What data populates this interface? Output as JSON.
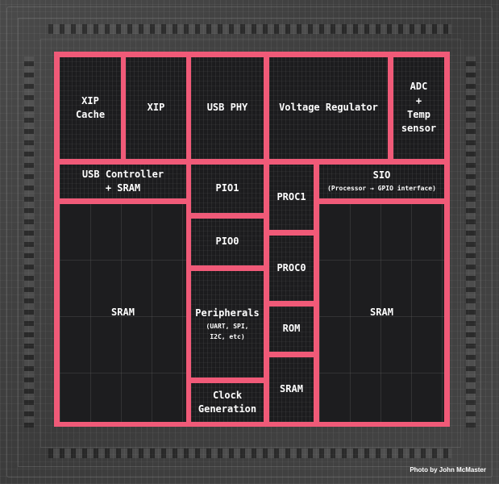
{
  "colors": {
    "outline": "#f05a78",
    "block_fill": "#1c1c1e",
    "die_background": "#3f3f3f",
    "label_text": "#ffffff"
  },
  "blocks": {
    "xip_cache": {
      "label": "XIP\nCache"
    },
    "xip": {
      "label": "XIP"
    },
    "usb_phy": {
      "label": "USB PHY"
    },
    "voltage_regulator": {
      "label": "Voltage Regulator"
    },
    "adc_temp_sensor": {
      "label": "ADC\n+\nTemp\nsensor"
    },
    "usb_controller_sram": {
      "label": "USB Controller\n+ SRAM"
    },
    "pio1": {
      "label": "PIO1"
    },
    "proc1": {
      "label": "PROC1"
    },
    "sio": {
      "label": "SIO",
      "sublabel": "(Processor → GPIO interface)"
    },
    "sram_left": {
      "label": "SRAM"
    },
    "pio0": {
      "label": "PIO0"
    },
    "proc0": {
      "label": "PROC0"
    },
    "sram_right": {
      "label": "SRAM"
    },
    "peripherals": {
      "label": "Peripherals",
      "sublabel": "(UART, SPI,\nI2C, etc)"
    },
    "rom": {
      "label": "ROM"
    },
    "sram_small": {
      "label": "SRAM"
    },
    "clock_generation": {
      "label": "Clock\nGeneration"
    }
  },
  "credit": "Photo by John McMaster"
}
